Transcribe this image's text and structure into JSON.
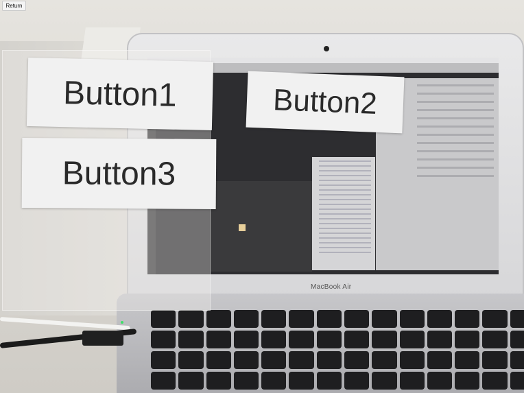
{
  "return_button": {
    "label": "Return"
  },
  "ar_buttons": [
    {
      "label": "Button1"
    },
    {
      "label": "Button2"
    },
    {
      "label": "Button3"
    }
  ],
  "background": {
    "laptop_brand": "MacBook Air"
  }
}
